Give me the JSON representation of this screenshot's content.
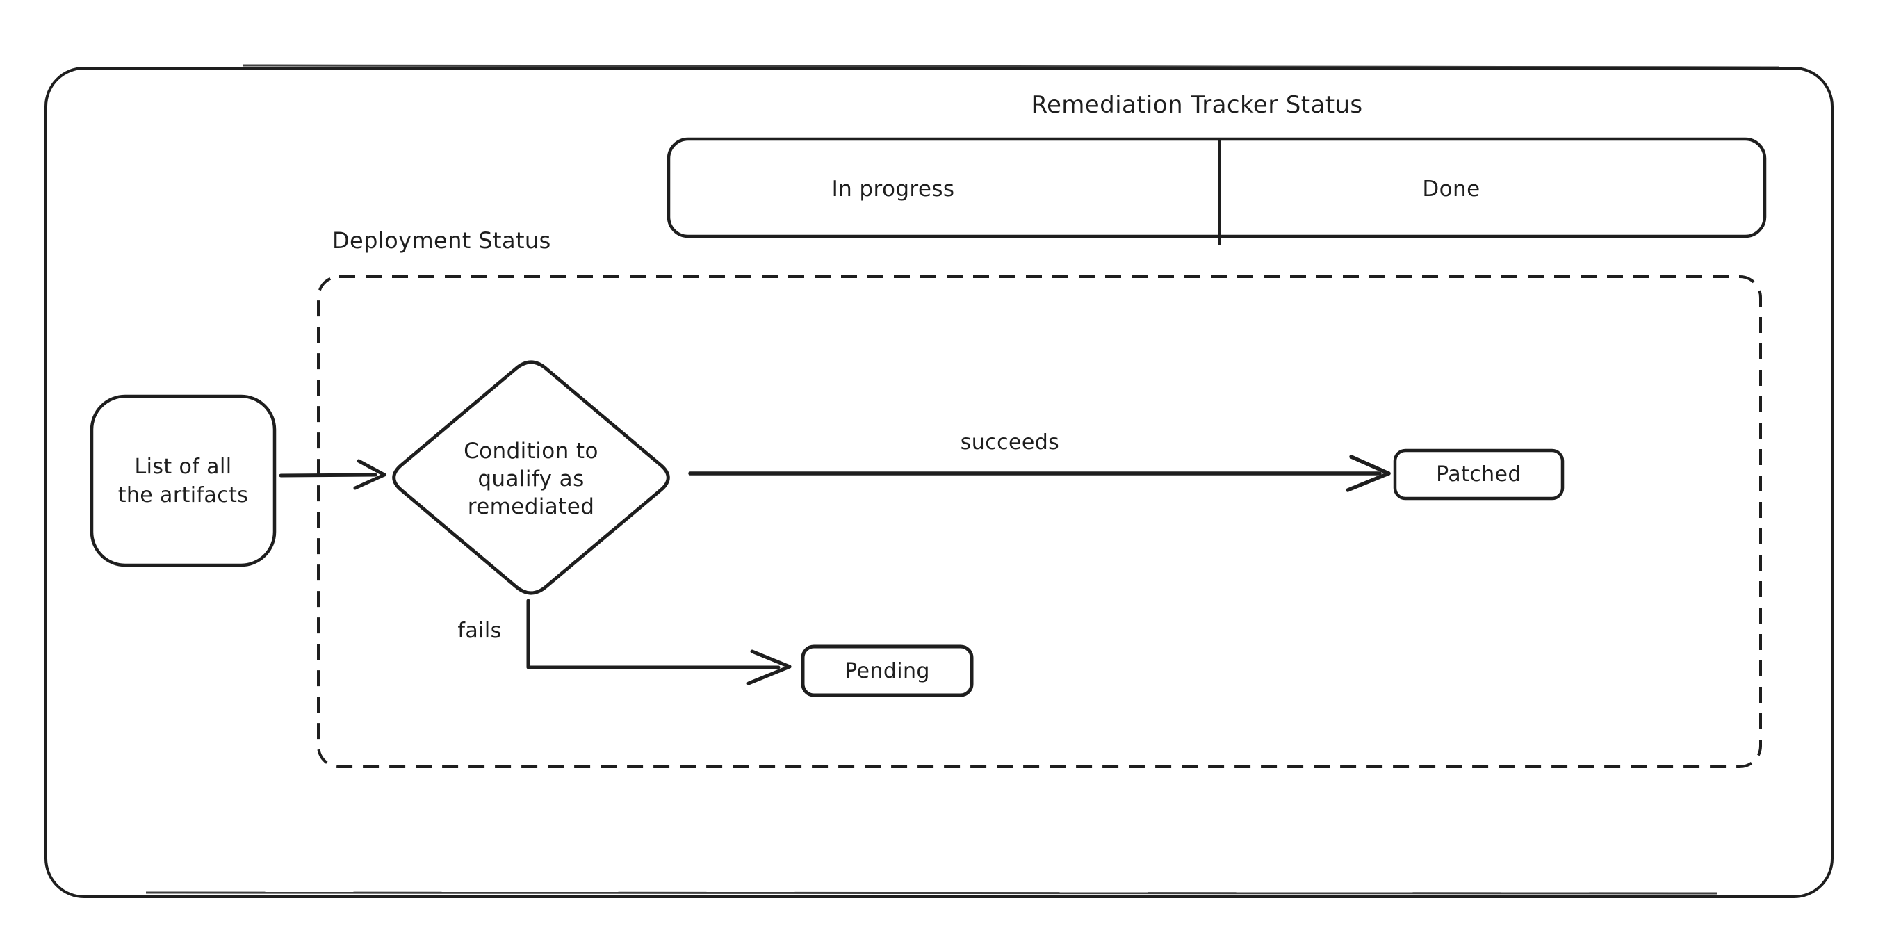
{
  "colors": {
    "ink": "#1e1e1e",
    "background": "#ffffff"
  },
  "tracker": {
    "title": "Remediation Tracker Status",
    "columns": [
      "In progress",
      "Done"
    ]
  },
  "deployment": {
    "label": "Deployment Status"
  },
  "nodes": {
    "artifacts": "List of all\nthe artifacts",
    "condition": "Condition to\nqualify as\nremediated",
    "patched": "Patched",
    "pending": "Pending"
  },
  "edges": {
    "succeeds": "succeeds",
    "fails": "fails"
  }
}
